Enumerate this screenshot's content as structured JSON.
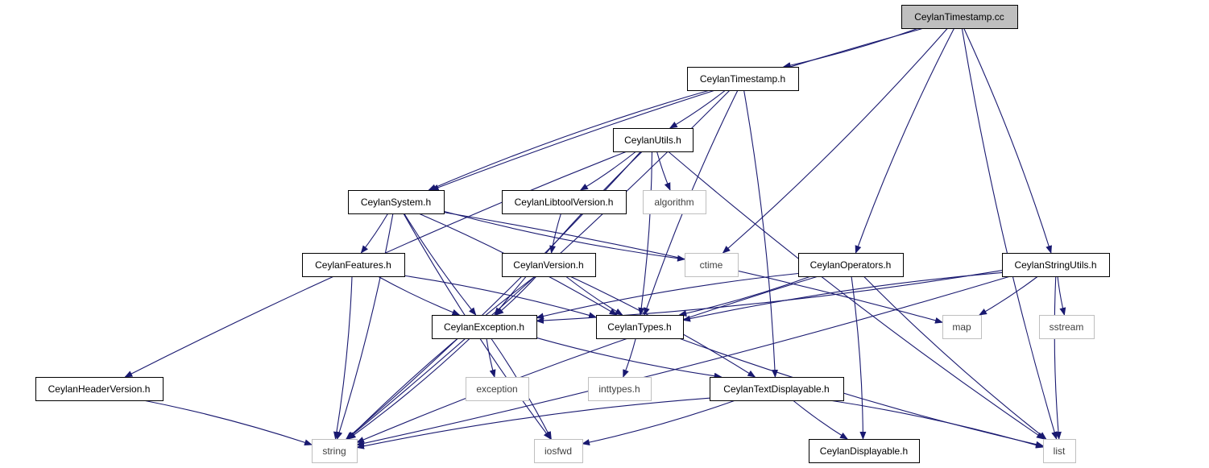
{
  "colors": {
    "edge": "#191970",
    "node_border": "#000000",
    "system_border": "#bfbfbf",
    "root_fill": "#bfbfbf",
    "node_fill": "#ffffff",
    "system_text": "#404040"
  },
  "nodes": [
    {
      "id": "root",
      "label": "CeylanTimestamp.cc",
      "kind": "root"
    },
    {
      "id": "ts_h",
      "label": "CeylanTimestamp.h",
      "kind": "file"
    },
    {
      "id": "utils_h",
      "label": "CeylanUtils.h",
      "kind": "file"
    },
    {
      "id": "system_h",
      "label": "CeylanSystem.h",
      "kind": "file"
    },
    {
      "id": "libtool_h",
      "label": "CeylanLibtoolVersion.h",
      "kind": "file"
    },
    {
      "id": "algorithm",
      "label": "algorithm",
      "kind": "system"
    },
    {
      "id": "features_h",
      "label": "CeylanFeatures.h",
      "kind": "file"
    },
    {
      "id": "version_h",
      "label": "CeylanVersion.h",
      "kind": "file"
    },
    {
      "id": "ctime",
      "label": "ctime",
      "kind": "system"
    },
    {
      "id": "operators_h",
      "label": "CeylanOperators.h",
      "kind": "file"
    },
    {
      "id": "strutils_h",
      "label": "CeylanStringUtils.h",
      "kind": "file"
    },
    {
      "id": "exception_h",
      "label": "CeylanException.h",
      "kind": "file"
    },
    {
      "id": "types_h",
      "label": "CeylanTypes.h",
      "kind": "file"
    },
    {
      "id": "map",
      "label": "map",
      "kind": "system"
    },
    {
      "id": "sstream",
      "label": "sstream",
      "kind": "system"
    },
    {
      "id": "headerver_h",
      "label": "CeylanHeaderVersion.h",
      "kind": "file"
    },
    {
      "id": "exception",
      "label": "exception",
      "kind": "system"
    },
    {
      "id": "inttypes",
      "label": "inttypes.h",
      "kind": "system"
    },
    {
      "id": "textdisp_h",
      "label": "CeylanTextDisplayable.h",
      "kind": "file"
    },
    {
      "id": "string",
      "label": "string",
      "kind": "system"
    },
    {
      "id": "iosfwd",
      "label": "iosfwd",
      "kind": "system"
    },
    {
      "id": "displayable_h",
      "label": "CeylanDisplayable.h",
      "kind": "file"
    },
    {
      "id": "list",
      "label": "list",
      "kind": "system"
    }
  ],
  "edges": [
    {
      "from": "root",
      "to": "ts_h"
    },
    {
      "from": "root",
      "to": "system_h"
    },
    {
      "from": "root",
      "to": "ctime"
    },
    {
      "from": "root",
      "to": "operators_h"
    },
    {
      "from": "root",
      "to": "strutils_h"
    },
    {
      "from": "root",
      "to": "list"
    },
    {
      "from": "ts_h",
      "to": "string"
    },
    {
      "from": "ts_h",
      "to": "system_h"
    },
    {
      "from": "ts_h",
      "to": "utils_h"
    },
    {
      "from": "ts_h",
      "to": "types_h"
    },
    {
      "from": "ts_h",
      "to": "textdisp_h"
    },
    {
      "from": "utils_h",
      "to": "headerver_h"
    },
    {
      "from": "utils_h",
      "to": "string"
    },
    {
      "from": "utils_h",
      "to": "exception_h"
    },
    {
      "from": "utils_h",
      "to": "libtool_h"
    },
    {
      "from": "utils_h",
      "to": "algorithm"
    },
    {
      "from": "utils_h",
      "to": "types_h"
    },
    {
      "from": "utils_h",
      "to": "list"
    },
    {
      "from": "system_h",
      "to": "string"
    },
    {
      "from": "system_h",
      "to": "iosfwd"
    },
    {
      "from": "system_h",
      "to": "features_h"
    },
    {
      "from": "system_h",
      "to": "exception_h"
    },
    {
      "from": "system_h",
      "to": "types_h"
    },
    {
      "from": "system_h",
      "to": "ctime"
    },
    {
      "from": "system_h",
      "to": "map"
    },
    {
      "from": "libtool_h",
      "to": "version_h"
    },
    {
      "from": "features_h",
      "to": "string"
    },
    {
      "from": "features_h",
      "to": "exception_h"
    },
    {
      "from": "features_h",
      "to": "types_h"
    },
    {
      "from": "version_h",
      "to": "string"
    },
    {
      "from": "version_h",
      "to": "exception_h"
    },
    {
      "from": "version_h",
      "to": "types_h"
    },
    {
      "from": "version_h",
      "to": "textdisp_h"
    },
    {
      "from": "operators_h",
      "to": "exception_h"
    },
    {
      "from": "operators_h",
      "to": "types_h"
    },
    {
      "from": "operators_h",
      "to": "string"
    },
    {
      "from": "operators_h",
      "to": "displayable_h"
    },
    {
      "from": "operators_h",
      "to": "list"
    },
    {
      "from": "strutils_h",
      "to": "exception_h"
    },
    {
      "from": "strutils_h",
      "to": "types_h"
    },
    {
      "from": "strutils_h",
      "to": "map"
    },
    {
      "from": "strutils_h",
      "to": "sstream"
    },
    {
      "from": "strutils_h",
      "to": "string"
    },
    {
      "from": "strutils_h",
      "to": "list"
    },
    {
      "from": "exception_h",
      "to": "string"
    },
    {
      "from": "exception_h",
      "to": "exception"
    },
    {
      "from": "exception_h",
      "to": "iosfwd"
    },
    {
      "from": "exception_h",
      "to": "textdisp_h"
    },
    {
      "from": "types_h",
      "to": "inttypes"
    },
    {
      "from": "types_h",
      "to": "list"
    },
    {
      "from": "headerver_h",
      "to": "string"
    },
    {
      "from": "textdisp_h",
      "to": "string"
    },
    {
      "from": "textdisp_h",
      "to": "iosfwd"
    },
    {
      "from": "textdisp_h",
      "to": "displayable_h"
    },
    {
      "from": "textdisp_h",
      "to": "list"
    }
  ]
}
